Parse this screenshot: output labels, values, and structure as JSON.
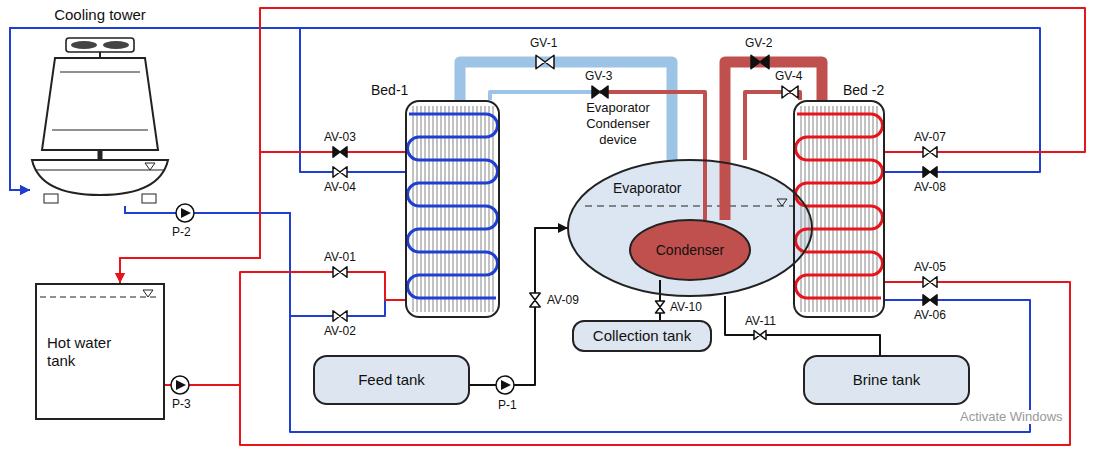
{
  "diagram": {
    "nodes": [
      {
        "text": [
          "Cooling tower"
        ]
      },
      {
        "text": [
          "Bed-1"
        ]
      },
      {
        "text": [
          "Evaporator Condenser device",
          "Evaporator"
        ]
      },
      {
        "text": [
          "Condenser"
        ],
        "in": 2
      },
      {
        "text": [
          "Bed -2"
        ]
      },
      {
        "text": [
          "Hot water tank"
        ]
      },
      {
        "text": [
          "Feed tank"
        ]
      },
      {
        "text": [
          "Collection tank"
        ]
      },
      {
        "text": [
          "Brine tank"
        ]
      }
    ],
    "edges": [
      {
        "from": 1,
        "to": 2,
        "arrow": "none"
      },
      {
        "from": 1,
        "to": 3,
        "arrow": "none"
      },
      {
        "from": 4,
        "to": 3,
        "arrow": "none"
      },
      {
        "from": 4,
        "to": 2,
        "arrow": "none"
      },
      {
        "from": 6,
        "to": 2,
        "arrow": "to"
      },
      {
        "from": 3,
        "to": 7,
        "arrow": "none"
      },
      {
        "from": 2,
        "to": 8,
        "arrow": "none"
      },
      {
        "from": 0,
        "to": 1,
        "arrow": "none"
      },
      {
        "from": 0,
        "to": 4,
        "arrow": "none"
      },
      {
        "from": 1,
        "to": 0,
        "arrow": "to"
      },
      {
        "from": 4,
        "to": 0,
        "arrow": "to"
      },
      {
        "from": 5,
        "to": 1,
        "arrow": "none"
      },
      {
        "from": 5,
        "to": 4,
        "arrow": "none"
      },
      {
        "from": 1,
        "to": 5,
        "arrow": "to"
      },
      {
        "from": 4,
        "to": 5,
        "arrow": "to"
      }
    ],
    "labels": [
      "GV-1",
      "GV-2",
      "GV-3",
      "GV-4",
      "AV-01",
      "AV-02",
      "AV-03",
      "AV-04",
      "AV-05",
      "AV-06",
      "AV-07",
      "AV-08",
      "AV-09",
      "AV-10",
      "AV-11",
      "P-1",
      "P-2",
      "P-3",
      "Activate Windows"
    ]
  }
}
